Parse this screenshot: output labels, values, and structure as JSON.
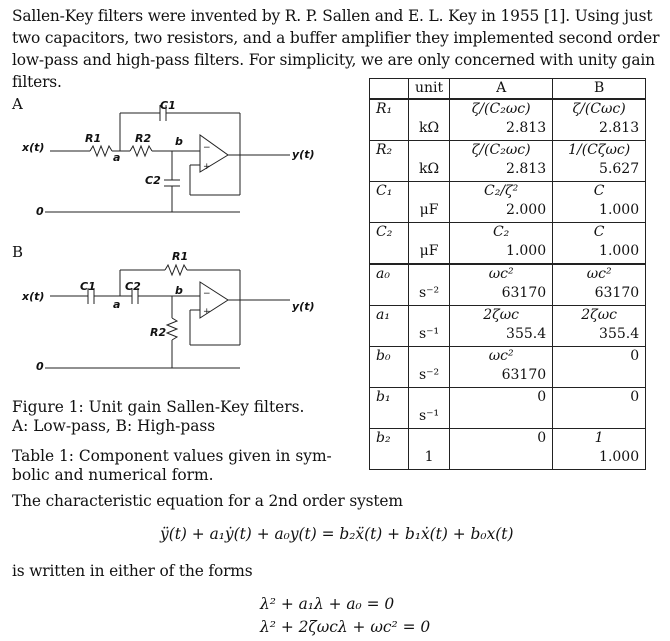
{
  "intro": "Sallen-Key filters were invented by R. P. Sallen and E. L. Key in 1955 [1]. Using just two capacitors, two resistors, and a buffer amplifier they implemented second order low-pass and high-pass filters. For simplicity, we are only concerned with unity gain filters.",
  "figure": {
    "panel_a_label": "A",
    "panel_b_label": "B",
    "input_label": "x(t)",
    "output_label": "y(t)",
    "ground_label": "0",
    "node_a": "a",
    "node_b": "b",
    "r1": "R1",
    "r2": "R2",
    "c1": "C1",
    "c2": "C2",
    "caption_line1": "Figure 1: Unit gain Sallen-Key filters.",
    "caption_line2": "A: Low-pass, B: High-pass"
  },
  "table": {
    "headers": [
      "",
      "unit",
      "A",
      "B"
    ],
    "rows": [
      {
        "sym": "R₁",
        "unit": "kΩ",
        "a_expr": "ζ/(C₂ωc)",
        "a_val": "2.813",
        "b_expr": "ζ/(Cωc)",
        "b_val": "2.813",
        "group_start": true
      },
      {
        "sym": "R₂",
        "unit": "kΩ",
        "a_expr": "ζ/(C₂ωc)",
        "a_val": "2.813",
        "b_expr": "1/(Cζωc)",
        "b_val": "5.627",
        "group_start": false
      },
      {
        "sym": "C₁",
        "unit": "μF",
        "a_expr": "C₂/ζ²",
        "a_val": "2.000",
        "b_expr": "C",
        "b_val": "1.000",
        "group_start": false
      },
      {
        "sym": "C₂",
        "unit": "μF",
        "a_expr": "C₂",
        "a_val": "1.000",
        "b_expr": "C",
        "b_val": "1.000",
        "group_start": false
      },
      {
        "sym": "a₀",
        "unit": "s⁻²",
        "a_expr": "ωc²",
        "a_val": "63170",
        "b_expr": "ωc²",
        "b_val": "63170",
        "group_start": true
      },
      {
        "sym": "a₁",
        "unit": "s⁻¹",
        "a_expr": "2ζωc",
        "a_val": "355.4",
        "b_expr": "2ζωc",
        "b_val": "355.4",
        "group_start": false
      },
      {
        "sym": "b₀",
        "unit": "s⁻²",
        "a_expr": "ωc²",
        "a_val": "63170",
        "b_expr": "",
        "b_val": "0",
        "group_start": false
      },
      {
        "sym": "b₁",
        "unit": "s⁻¹",
        "a_expr": "",
        "a_val": "0",
        "b_expr": "",
        "b_val": "0",
        "group_start": false
      },
      {
        "sym": "b₂",
        "unit": "1",
        "a_expr": "",
        "a_val": "0",
        "b_expr": "1",
        "b_val": "1.000",
        "group_start": false
      }
    ],
    "caption_line1": "Table 1: Component values given in sym-",
    "caption_line2": "bolic and numerical form."
  },
  "char_eq_intro": "The characteristic equation for a 2nd order system",
  "ode": "ÿ(t) + a₁ẏ(t) + a₀y(t) = b₂ẍ(t) + b₁ẋ(t) + b₀x(t)",
  "forms_intro": "is written in either of the forms",
  "eq1": "λ² + a₁λ + a₀ = 0",
  "eq2": "λ² + 2ζωcλ + ωc² = 0"
}
